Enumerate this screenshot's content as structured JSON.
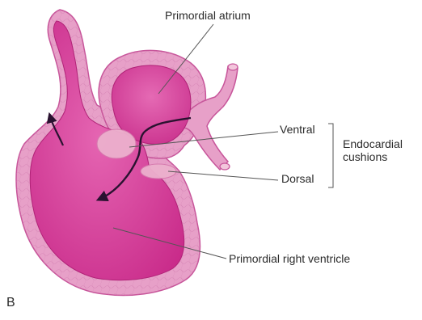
{
  "figure": {
    "labels": {
      "atrium": "Primordial atrium",
      "ventral": "Ventral",
      "dorsal": "Dorsal",
      "endocardial_line1": "Endocardial",
      "endocardial_line2": "cushions",
      "ventricle": "Primordial right ventricle",
      "panel": "B"
    },
    "colors": {
      "outer_wall": "#e7a0c8",
      "wall_edge": "#c7559a",
      "lumen": "#d8379a",
      "lumen_light": "#e468b3",
      "cushion": "#ecb0cd",
      "arrow": "#2a1230",
      "leader_line": "#555555",
      "text": "#2b2b2b"
    },
    "icons": [
      "blood-flow-arrow"
    ]
  }
}
